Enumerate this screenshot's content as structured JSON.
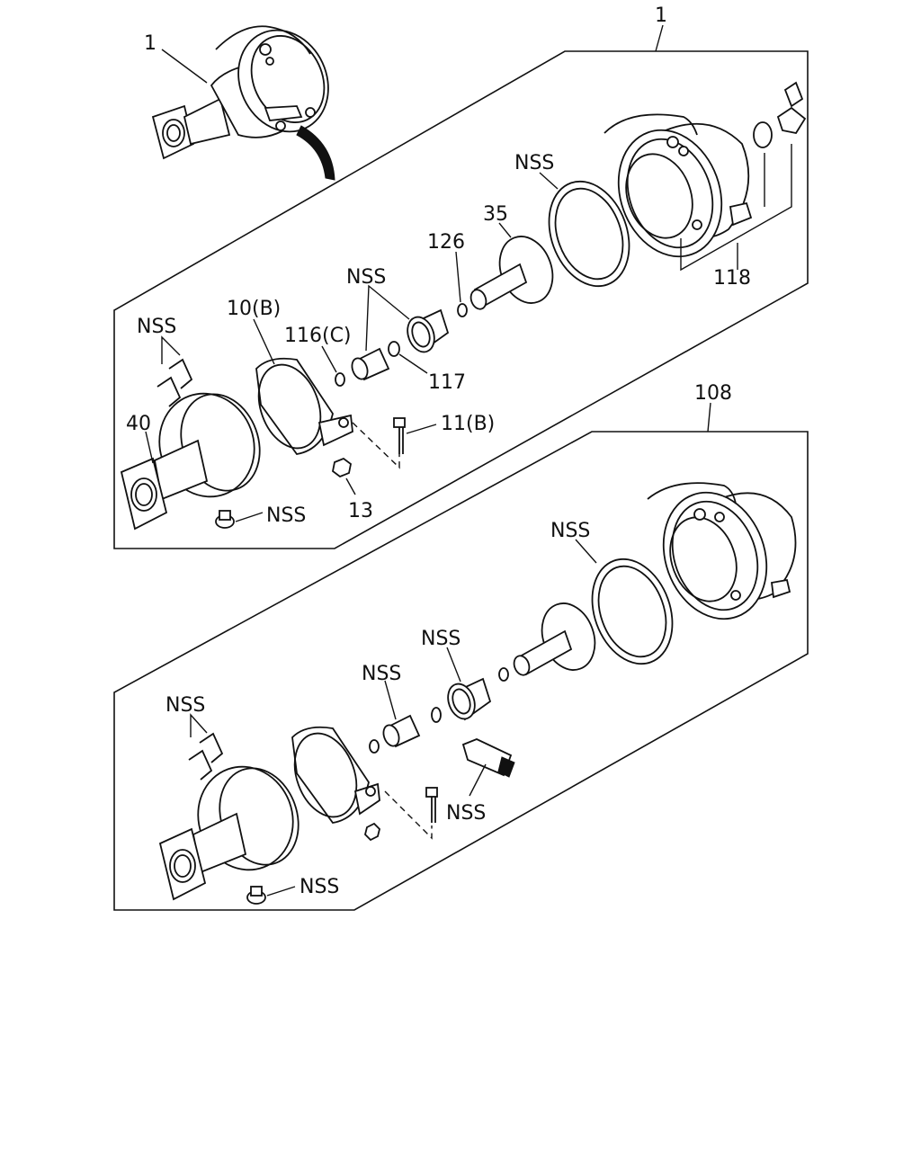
{
  "callouts": {
    "assembly_thumb": "1",
    "assembly_top": "1",
    "part_118": "118",
    "part_nss_ring_top": "NSS",
    "part_35": "35",
    "part_126": "126",
    "part_nss_bushing_top": "NSS",
    "part_10b": "10(B)",
    "part_116c": "116(C)",
    "part_nss_clips_top": "NSS",
    "part_117": "117",
    "part_11b": "11(B)",
    "part_40": "40",
    "part_13": "13",
    "part_nss_nut_top": "NSS",
    "assembly_108": "108",
    "part_nss_ring_bottom": "NSS",
    "part_nss_boot_bottom": "NSS",
    "part_nss_bushing_bottom": "NSS",
    "part_nss_clips_bottom": "NSS",
    "part_nss_grease_bottom": "NSS",
    "part_nss_nut_bottom": "NSS"
  }
}
